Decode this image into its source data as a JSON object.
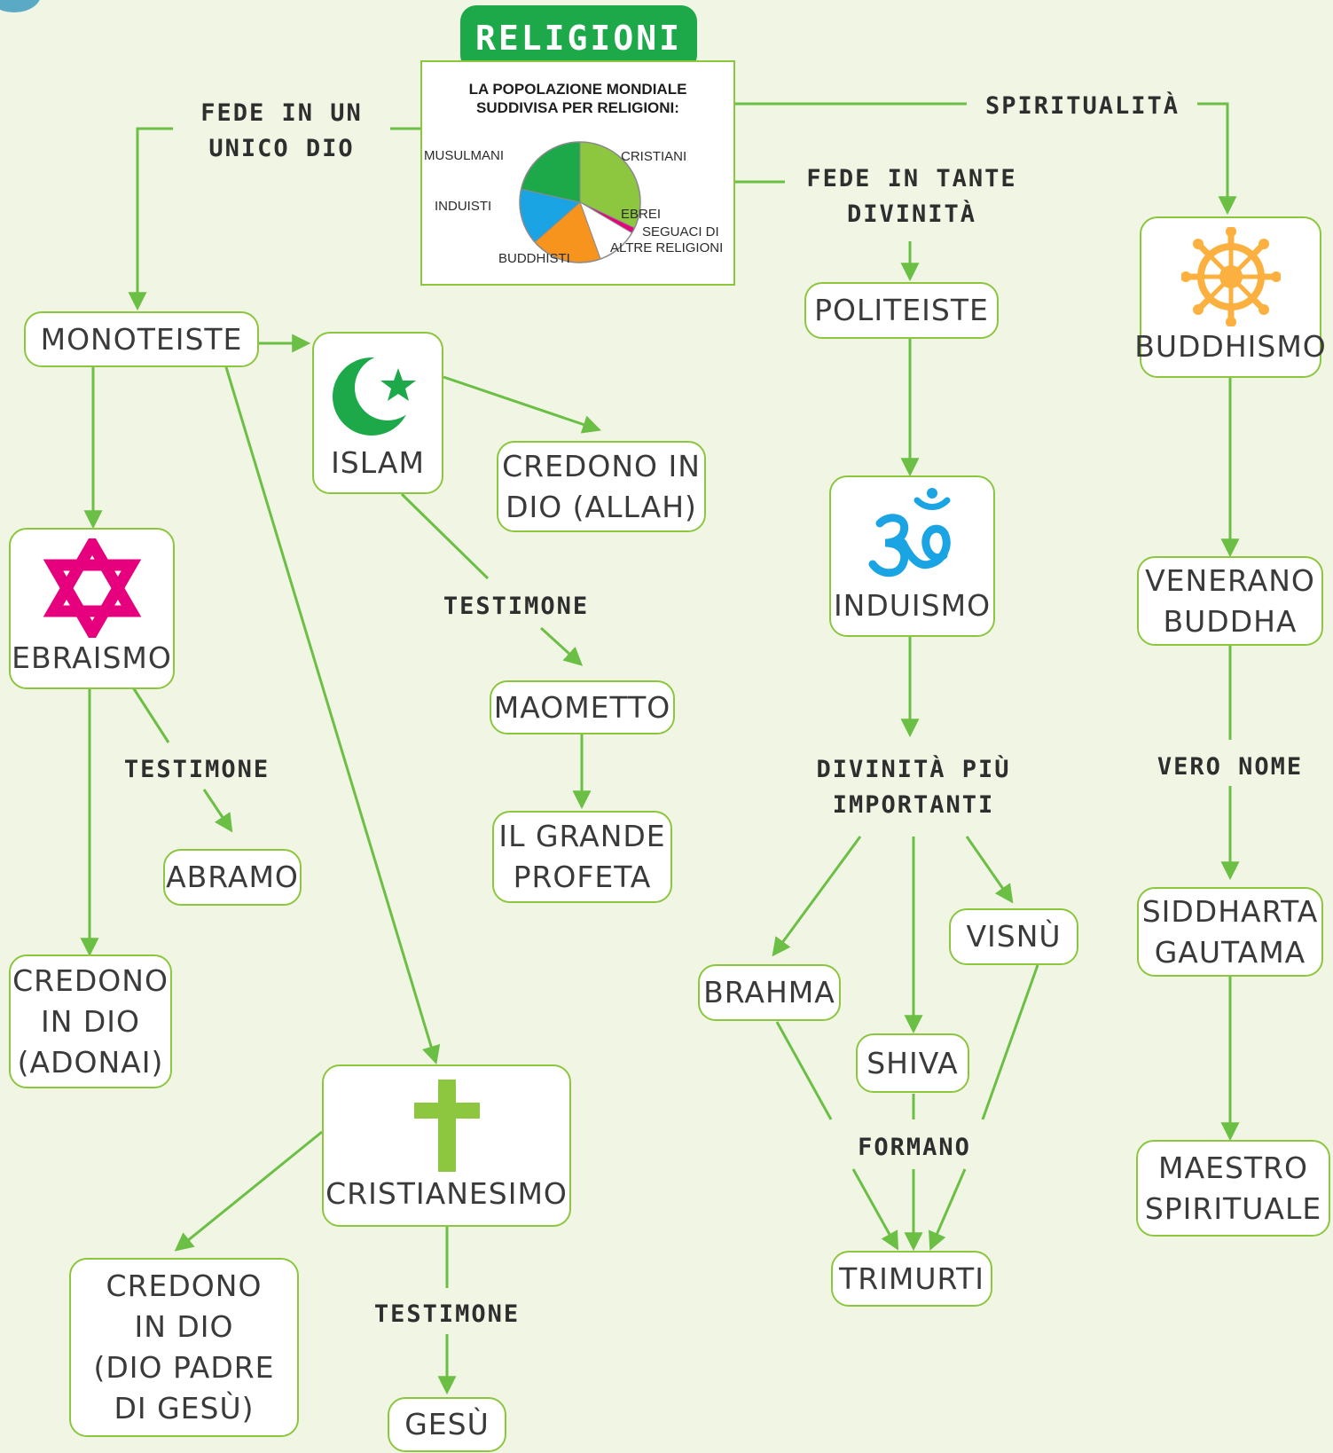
{
  "title": "RELIGIONI",
  "chart_data": {
    "type": "pie",
    "title": "LA POPOLAZIONE MONDIALE\nSUDDIVISA PER RELIGIONI:",
    "categories": [
      "CRISTIANI",
      "EBREI",
      "SEGUACI DI ALTRE RELIGIONI",
      "BUDDHISTI",
      "INDUISTI",
      "MUSULMANI"
    ],
    "values": [
      32,
      1.5,
      11,
      19,
      15,
      21.5
    ],
    "colors": [
      "#8dc63f",
      "#e6007e",
      "#ffffff",
      "#f7941d",
      "#1ba4e4",
      "#1da84a"
    ],
    "legend": "labels around pie"
  },
  "labels": {
    "fede_unico_dio": "FEDE IN UN\nUNICO DIO",
    "spiritualita": "SPIRITUALITÀ",
    "fede_tante": "FEDE IN TANTE\nDIVINITÀ",
    "testimone_islam": "TESTIMONE",
    "testimone_ebraismo": "TESTIMONE",
    "testimone_cristianesimo": "TESTIMONE",
    "divinita_importanti": "DIVINITÀ PIÙ\nIMPORTANTI",
    "vero_nome": "VERO NOME",
    "formano": "FORMANO"
  },
  "nodes": {
    "monoteiste": "MONOTEISTE",
    "islam": "ISLAM",
    "credono_allah": "CREDONO IN\nDIO (ALLAH)",
    "maometto": "MAOMETTO",
    "grande_profeta": "IL GRANDE\nPROFETA",
    "ebraismo": "EBRAISMO",
    "abramo": "ABRAMO",
    "credono_adonai": "CREDONO\nIN DIO\n(ADONAI)",
    "cristianesimo": "CRISTIANESIMO",
    "credono_padre": "CREDONO\nIN DIO\n(DIO PADRE\nDI GESÙ)",
    "gesu": "GESÙ",
    "politeiste": "POLITEISTE",
    "induismo": "INDUISMO",
    "brahma": "BRAHMA",
    "shiva": "SHIVA",
    "visnu": "VISNÙ",
    "trimurti": "TRIMURTI",
    "buddhismo": "BUDDHISMO",
    "venerano_buddha": "VENERANO\nBUDDHA",
    "siddharta": "SIDDHARTA\nGAUTAMA",
    "maestro": "MAESTRO\nSPIRITUALE"
  },
  "symbols": {
    "islam": "crescent-star-icon",
    "ebraismo": "star-of-david-icon",
    "cristianesimo": "cross-icon",
    "induismo": "om-icon",
    "buddhismo": "dharma-wheel-icon"
  },
  "colors": {
    "line": "#6bbf45",
    "accent": "#1da84a",
    "border": "#8cc63f",
    "background": "#f1f6e4",
    "david": "#e6007e",
    "om": "#1ba4e4",
    "wheel": "#fbb040"
  }
}
